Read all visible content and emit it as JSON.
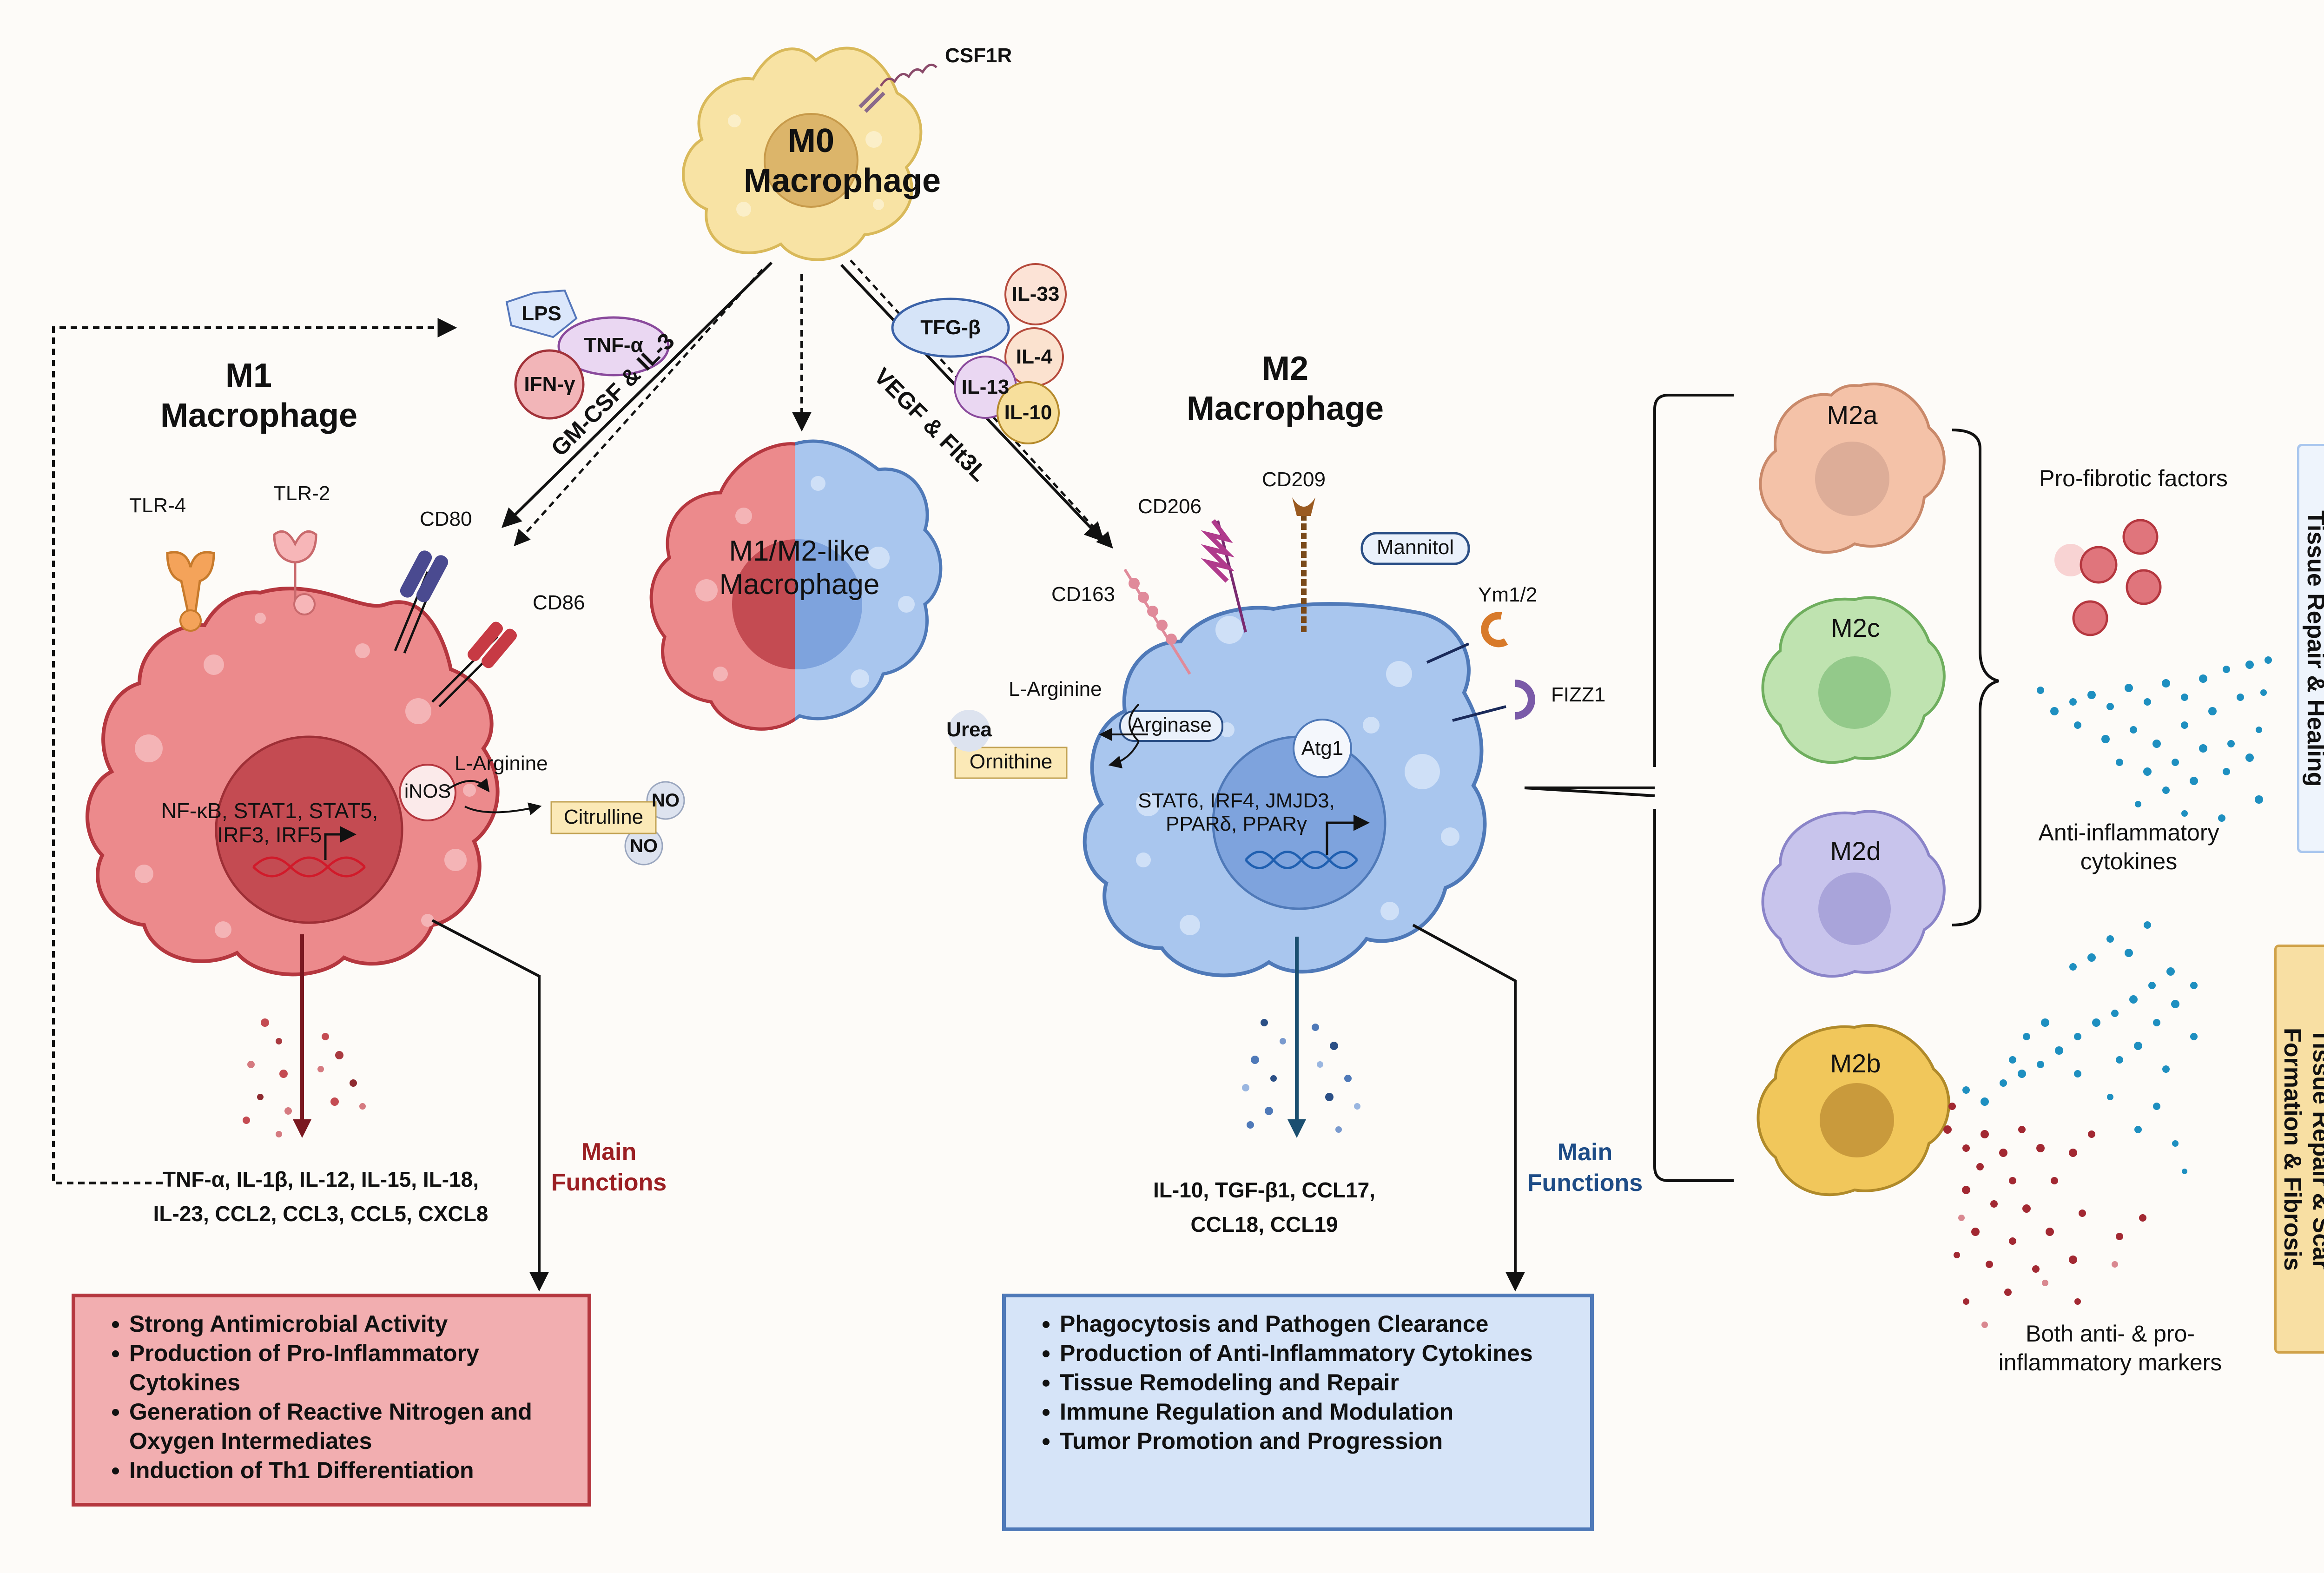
{
  "m0": {
    "title_line1": "M0",
    "title_line2": "Macrophage",
    "receptor": "CSF1R"
  },
  "m1": {
    "title_line1": "M1",
    "title_line2": "Macrophage",
    "receptors": {
      "tlr4": "TLR-4",
      "tlr2": "TLR-2",
      "cd80": "CD80",
      "cd86": "CD86"
    },
    "stimuli": [
      "LPS",
      "TNF-α",
      "IFN-γ"
    ],
    "pathway_label": "GM-CSF & IL-3",
    "tf_line1": "NF-κB, STAT1, STAT5,",
    "tf_line2": "IRF3, IRF5",
    "inos": "iNOS",
    "l_arginine": "L-Arginine",
    "citrulline": "Citrulline",
    "no_1": "NO",
    "no_2": "NO",
    "cytokines_line1": "TNF-α, IL-1β, IL-12, IL-15, IL-18,",
    "cytokines_line2": "IL-23, CCL2, CCL3, CCL5, CXCL8",
    "main_functions_line1": "Main",
    "main_functions_line2": "Functions",
    "functions": [
      "Strong Antimicrobial Activity",
      "Production of Pro-Inflammatory Cytokines",
      "Generation of Reactive Nitrogen and Oxygen Intermediates",
      "Induction of Th1 Differentiation"
    ]
  },
  "m1m2": {
    "title_line1": "M1/M2-like",
    "title_line2": "Macrophage"
  },
  "m2": {
    "title_line1": "M2",
    "title_line2": "Macrophage",
    "stimuli": [
      "TFG-β",
      "IL-33",
      "IL-4",
      "IL-13",
      "IL-10"
    ],
    "pathway_label": "VEGF & Flt3L",
    "receptors": {
      "cd206": "CD206",
      "cd209": "CD209",
      "cd163": "CD163",
      "ym": "Ym1/2",
      "fizz": "FIZZ1",
      "mannitol": "Mannitol"
    },
    "l_arginine": "L-Arginine",
    "arginase": "Arginase",
    "urea": "Urea",
    "ornithine": "Ornithine",
    "atg1": "Atg1",
    "tf_line1": "STAT6, IRF4, JMJD3,",
    "tf_line2": "PPARδ, PPARγ",
    "cytokines_line1": "IL-10, TGF-β1, CCL17,",
    "cytokines_line2": "CCL18, CCL19",
    "main_functions_line1": "Main",
    "main_functions_line2": "Functions",
    "functions": [
      "Phagocytosis and Pathogen Clearance",
      "Production of Anti-Inflammatory Cytokines",
      "Tissue Remodeling and Repair",
      "Immune Regulation and Modulation",
      "Tumor Promotion and Progression"
    ]
  },
  "subtypes": {
    "m2a": "M2a",
    "m2c": "M2c",
    "m2d": "M2d",
    "m2b": "M2b",
    "pro_fibrotic": "Pro-fibrotic factors",
    "anti_inflammatory_line1": "Anti-inflammatory",
    "anti_inflammatory_line2": "cytokines",
    "both_line1": "Both anti- & pro-",
    "both_line2": "inflammatory markers",
    "tab_repair_healing": "Tissue Repair & Healing",
    "tab_scar_line1": "Tissue Repair & Scar",
    "tab_scar_line2": "Formation & Fibrosis"
  },
  "colors": {
    "m1_fill": "#ec8a8c",
    "m1_dark": "#c44b52",
    "m2_fill": "#a9c6ee",
    "m2_dark": "#4f79b8",
    "m0_fill": "#f8e3a4",
    "m2a": "#f4c2a8",
    "m2c": "#bfe3b0",
    "m2d": "#c8c4ec",
    "m2b": "#f1c75b",
    "m1_box": "#f2aeb0",
    "m1_box_border": "#b5373f",
    "m2_box": "#d6e4f8",
    "m2_box_border": "#4f79b8",
    "m1_text": "#9b1f23",
    "m2_text": "#1e4c86"
  }
}
